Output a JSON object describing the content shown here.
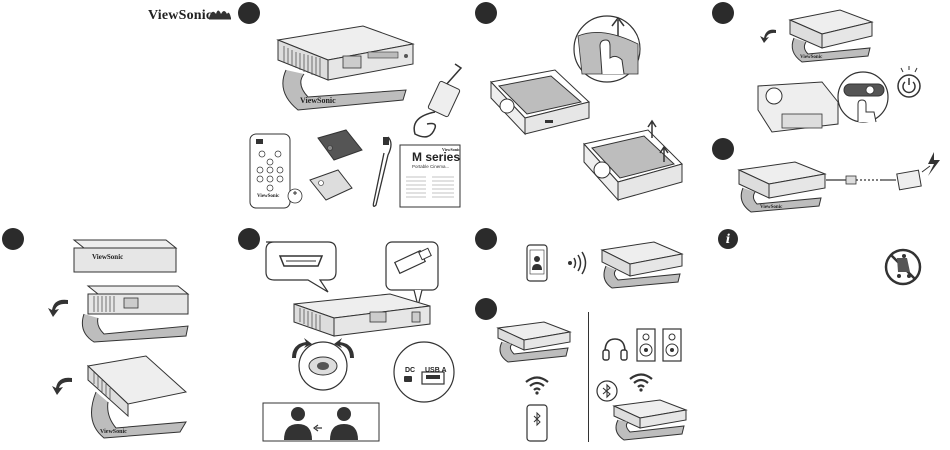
{
  "brand": {
    "name": "ViewSonic",
    "device_brand_labels": [
      "ViewSonic",
      "ViewSonic",
      "ViewSonic",
      "ViewSonic",
      "ViewSonic"
    ]
  },
  "box_contents": {
    "manual_title": "M series",
    "manual_subtitle": "Portable Cinema..."
  },
  "ports": {
    "dc_label": "DC",
    "usb_label": "USB A"
  },
  "info": {
    "badge": "i"
  },
  "colors": {
    "step_badge": "#2b2b2b",
    "line": "#333333",
    "fill_light": "#e6e6e6",
    "fill_mid": "#bdbdbd",
    "fill_dark": "#555555"
  },
  "icons": [
    "step-badge",
    "hand-icon",
    "power-icon",
    "lightning-icon",
    "phone-icon",
    "wireless-signal-icon",
    "wifi-icon",
    "bluetooth-icon",
    "headphones-icon",
    "speaker-icon",
    "hdmi-icon",
    "usb-stick-icon",
    "person-icon",
    "rotate-arrow-icon",
    "cart-warning-icon"
  ]
}
